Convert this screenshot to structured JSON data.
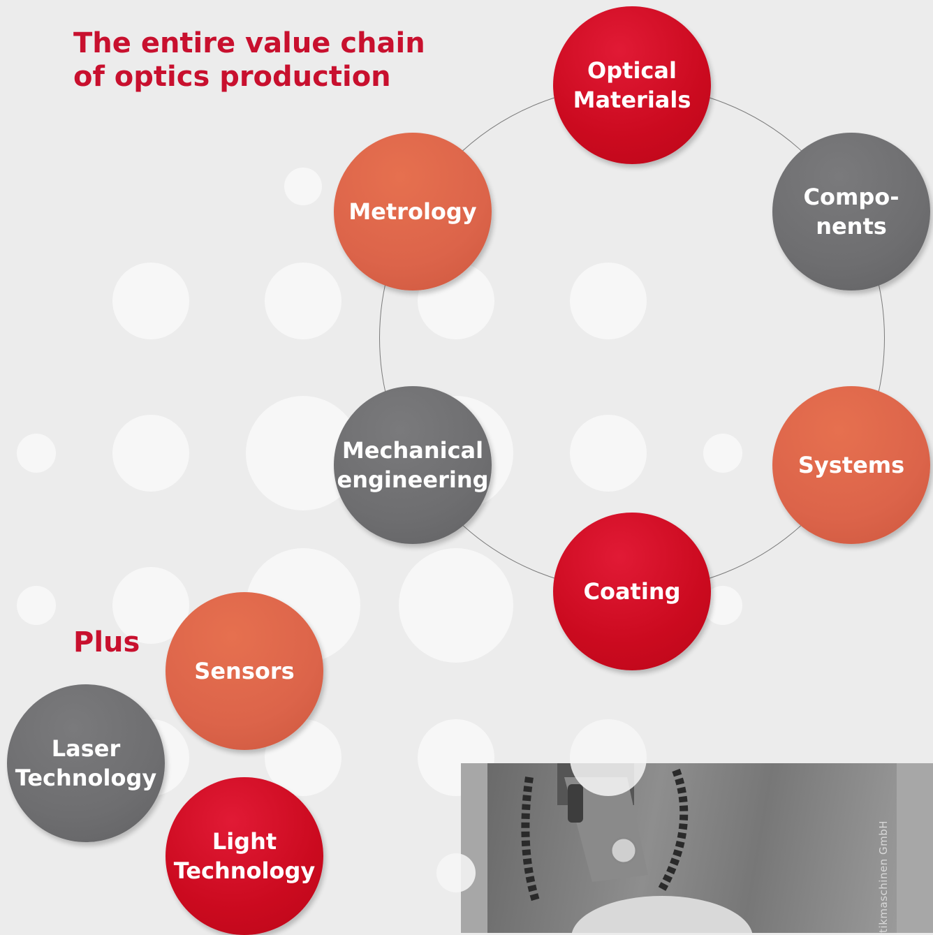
{
  "title": {
    "line1": "The entire value chain",
    "line2": "of optics production"
  },
  "value_chain": [
    {
      "label_lines": [
        "Optical",
        "Materials"
      ],
      "color": "red"
    },
    {
      "label_lines": [
        "Compo-",
        "nents"
      ],
      "color": "grey"
    },
    {
      "label_lines": [
        "Systems"
      ],
      "color": "orange"
    },
    {
      "label_lines": [
        "Coating"
      ],
      "color": "red"
    },
    {
      "label_lines": [
        "Mechanical",
        "engineering"
      ],
      "color": "grey"
    },
    {
      "label_lines": [
        "Metrology"
      ],
      "color": "orange"
    }
  ],
  "plus": {
    "heading": "Plus",
    "items": [
      {
        "label_lines": [
          "Sensors"
        ],
        "color": "orange"
      },
      {
        "label_lines": [
          "Laser",
          "Technology"
        ],
        "color": "grey"
      },
      {
        "label_lines": [
          "Light",
          "Technology"
        ],
        "color": "red"
      }
    ]
  },
  "photo": {
    "credit": "tikmaschinen GmbH"
  },
  "colors": {
    "red": "#cb0a1f",
    "orange": "#dc644a",
    "grey": "#6e6e70",
    "title": "#c8102e",
    "background": "#ececec"
  }
}
